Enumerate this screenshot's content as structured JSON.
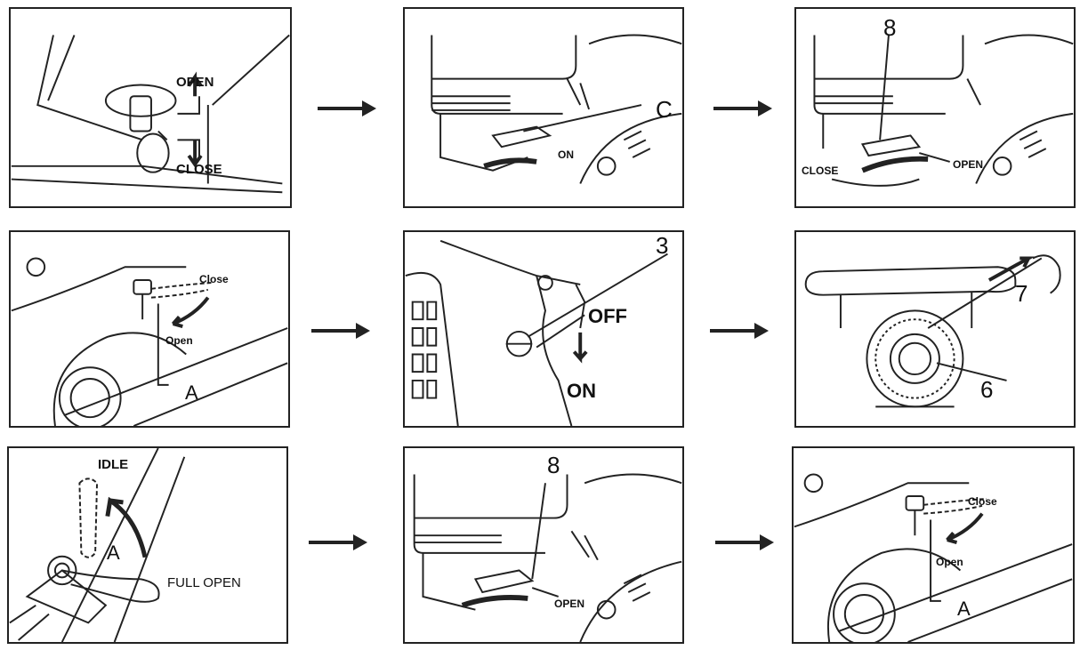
{
  "steps": [
    {
      "labels": {
        "open": "OPEN",
        "close": "CLOSE"
      },
      "icon": "fuel-valve-icon"
    },
    {
      "labels": {
        "c": "C",
        "on": "ON"
      },
      "icon": "choke-lever-icon"
    },
    {
      "labels": {
        "eight": "8",
        "close": "CLOSE",
        "open": "OPEN"
      },
      "icon": "choke-lever-icon"
    },
    {
      "labels": {
        "close": "Close",
        "open": "Open",
        "a": "A"
      },
      "icon": "fuel-cock-icon"
    },
    {
      "labels": {
        "three": "3",
        "off": "OFF",
        "on": "ON"
      },
      "icon": "engine-switch-icon"
    },
    {
      "labels": {
        "seven": "7",
        "six": "6"
      },
      "icon": "recoil-starter-icon"
    },
    {
      "labels": {
        "idle": "IDLE",
        "a": "A",
        "full_open": "FULL OPEN"
      },
      "icon": "throttle-lever-icon"
    },
    {
      "labels": {
        "eight": "8",
        "open": "OPEN"
      },
      "icon": "choke-lever-icon"
    },
    {
      "labels": {
        "close": "Close",
        "open": "Open",
        "a": "A"
      },
      "icon": "fuel-cock-icon"
    }
  ],
  "colors": {
    "line": "#222222",
    "background": "#ffffff"
  }
}
